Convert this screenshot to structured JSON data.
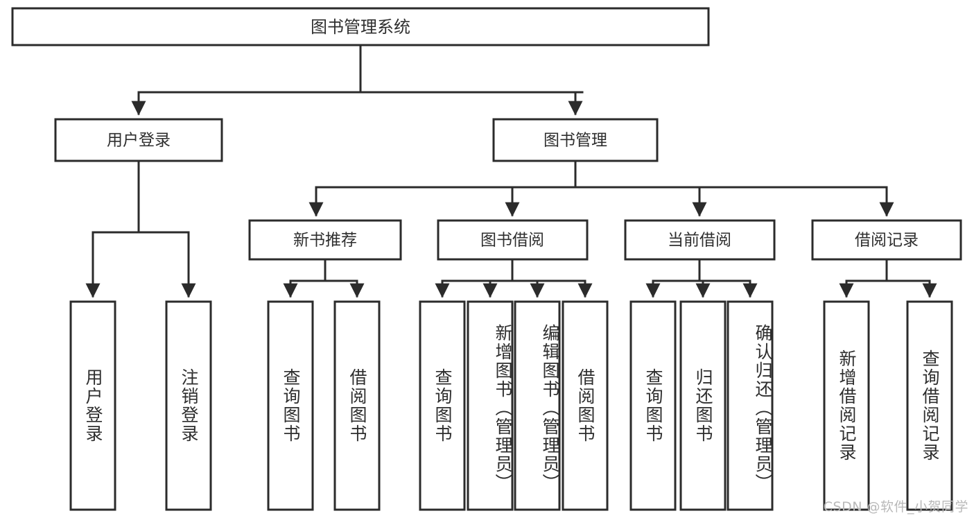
{
  "diagram": {
    "title": "图书管理系统",
    "type": "hierarchy-tree",
    "orientation": "top-down",
    "colors": {
      "box_border": "#2b2b2b",
      "box_fill": "#ffffff",
      "text": "#2e2e2e",
      "connector": "#2b2b2b",
      "background": "#ffffff",
      "watermark": "#b9b9b9"
    },
    "root": {
      "label": "图书管理系统",
      "level": 0
    },
    "level1": [
      {
        "label": "用户登录"
      },
      {
        "label": "图书管理"
      }
    ],
    "level2": [
      {
        "label": "新书推荐"
      },
      {
        "label": "图书借阅"
      },
      {
        "label": "当前借阅"
      },
      {
        "label": "借阅记录"
      }
    ],
    "leaves": {
      "user_login": [
        {
          "label": "用户登录"
        },
        {
          "label": "注销登录"
        }
      ],
      "new_book_recommend": [
        {
          "label": "查询图书"
        },
        {
          "label": "借阅图书"
        }
      ],
      "book_borrow": [
        {
          "label": "查询图书"
        },
        {
          "label": "新增图书（管理员）"
        },
        {
          "label": "编辑图书（管理员）"
        },
        {
          "label": "借阅图书"
        }
      ],
      "current_borrow": [
        {
          "label": "查询图书"
        },
        {
          "label": "归还图书"
        },
        {
          "label": "确认归还（管理员）"
        }
      ],
      "borrow_record": [
        {
          "label": "新增借阅记录"
        },
        {
          "label": "查询借阅记录"
        }
      ]
    }
  },
  "watermark": {
    "text": "CSDN @软件_小贺同学"
  }
}
